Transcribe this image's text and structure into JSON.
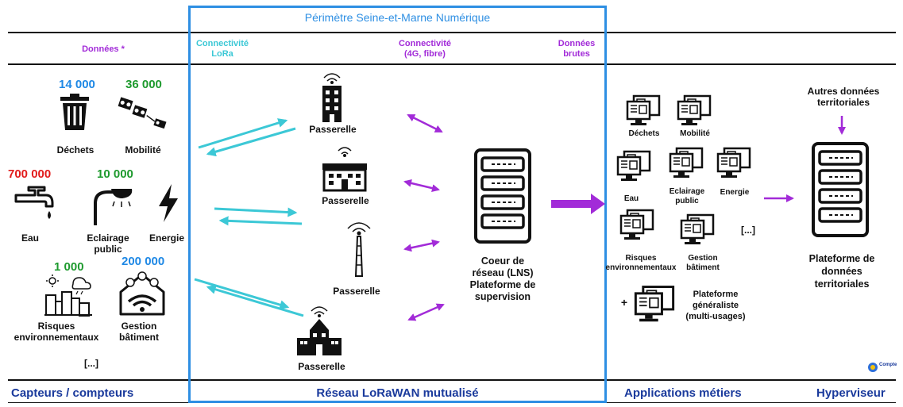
{
  "perimeter": {
    "title": "Périmètre Seine-et-Marne Numérique"
  },
  "headers": {
    "donnees": "Données *",
    "connectivite_lora": [
      "Connectivité",
      "LoRa"
    ],
    "connectivite_4g": [
      "Connectivité",
      "(4G, fibre)"
    ],
    "donnees_brutes": [
      "Données",
      "brutes"
    ]
  },
  "sensors": {
    "dechets": {
      "label": "Déchets",
      "count": "14 000",
      "color": "#1e88e5"
    },
    "mobilite": {
      "label": "Mobilité",
      "count": "36 000",
      "color": "#1e9a2e"
    },
    "eau": {
      "label": "Eau",
      "count": "700 000",
      "color": "#e21b1b"
    },
    "eclairage": {
      "label": [
        "Eclairage",
        "public"
      ],
      "count": "10 000",
      "color": "#1e9a2e"
    },
    "energie": {
      "label": "Energie"
    },
    "risques": {
      "label": [
        "Risques",
        "environnementaux"
      ],
      "count": "1 000",
      "color": "#1e9a2e"
    },
    "batiment": {
      "label": [
        "Gestion",
        "bâtiment"
      ],
      "count": "200 000",
      "color": "#1e88e5"
    },
    "more": "[...]"
  },
  "gateways": [
    "Passerelle",
    "Passerelle",
    "Passerelle",
    "Passerelle"
  ],
  "lns": [
    "Coeur de",
    "réseau (LNS)",
    "Plateforme de",
    "supervision"
  ],
  "apps": {
    "dechets": "Déchets",
    "mobilite": "Mobilité",
    "eau": "Eau",
    "eclairage": [
      "Eclairage",
      "public"
    ],
    "energie": "Energie",
    "risques": [
      "Risques",
      "environnementaux"
    ],
    "batiment": [
      "Gestion",
      "bâtiment"
    ],
    "more": "[...]",
    "plus": "+",
    "generaliste": [
      "Plateforme",
      "généraliste",
      "(multi-usages)"
    ]
  },
  "hyper": {
    "autres": [
      "Autres données",
      "territoriales"
    ],
    "platform": [
      "Plateforme de",
      "données",
      "territoriales"
    ]
  },
  "footer": {
    "capteurs": "Capteurs / compteurs",
    "reseau": "Réseau LoRaWAN mutualisé",
    "applications": "Applications métiers",
    "hyperviseur": "Hyperviseur"
  },
  "logo_text": "Compte",
  "colors": {
    "perimeter": "#2e8fe3",
    "lora": "#3cc8d6",
    "purple": "#a22bd8",
    "footer": "#1a3a9c"
  },
  "icons": [
    "trash-icon",
    "bikes-icon",
    "tap-icon",
    "streetlight-icon",
    "lightning-icon",
    "city-weather-icon",
    "smart-building-icon",
    "tower-gateway-icon",
    "factory-gateway-icon",
    "antenna-gateway-icon",
    "building-gateway-icon",
    "server-rack-icon",
    "computer-icon"
  ]
}
